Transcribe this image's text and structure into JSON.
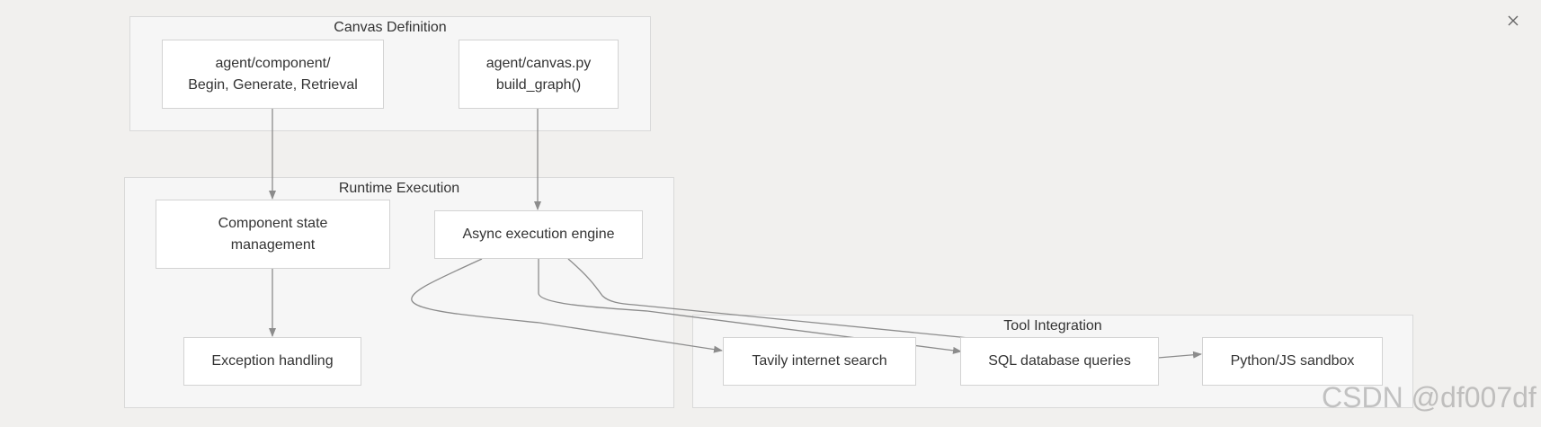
{
  "groups": {
    "canvas_definition": {
      "title": "Canvas Definition"
    },
    "runtime_execution": {
      "title": "Runtime Execution"
    },
    "tool_integration": {
      "title": "Tool Integration"
    }
  },
  "nodes": {
    "component": "agent/component/\nBegin, Generate, Retrieval",
    "canvas_py": "agent/canvas.py\nbuild_graph()",
    "state_mgmt": "Component state\nmanagement",
    "async_engine": "Async execution engine",
    "exception": "Exception handling",
    "tavily": "Tavily internet search",
    "sql": "SQL database queries",
    "sandbox": "Python/JS sandbox"
  },
  "edges": [
    {
      "from": "component",
      "to": "state_mgmt"
    },
    {
      "from": "canvas_py",
      "to": "async_engine"
    },
    {
      "from": "state_mgmt",
      "to": "exception"
    },
    {
      "from": "async_engine",
      "to": "tavily"
    },
    {
      "from": "async_engine",
      "to": "sql"
    },
    {
      "from": "async_engine",
      "to": "sandbox"
    }
  ],
  "colors": {
    "background": "#f1f0ee",
    "group_fill": "#f6f6f6",
    "node_fill": "#ffffff",
    "edge": "#8c8c8c"
  },
  "icons": {
    "close": "close-icon"
  },
  "watermark": "CSDN @df007df"
}
